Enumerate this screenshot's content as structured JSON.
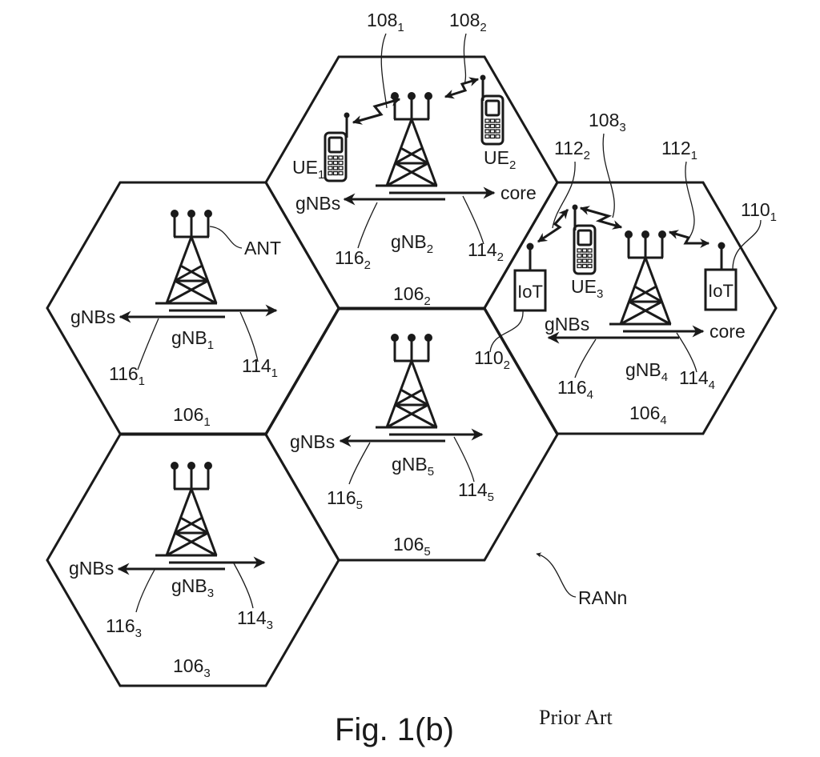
{
  "figure": {
    "caption": "Fig. 1(b)",
    "note": "Prior Art",
    "network_label": "RANn",
    "antenna_label": "ANT"
  },
  "cells": [
    {
      "id": "106",
      "sub": "1",
      "base_station": {
        "name": "gNB",
        "sub": "1"
      },
      "backhaul_left": {
        "text": "gNBs",
        "ref": "116",
        "ref_sub": "1"
      },
      "backhaul_right": {
        "text": "",
        "ref": "114",
        "ref_sub": "1"
      }
    },
    {
      "id": "106",
      "sub": "2",
      "base_station": {
        "name": "gNB",
        "sub": "2"
      },
      "backhaul_left": {
        "text": "gNBs",
        "ref": "116",
        "ref_sub": "2"
      },
      "backhaul_right": {
        "text": "core",
        "ref": "114",
        "ref_sub": "2"
      }
    },
    {
      "id": "106",
      "sub": "3",
      "base_station": {
        "name": "gNB",
        "sub": "3"
      },
      "backhaul_left": {
        "text": "gNBs",
        "ref": "116",
        "ref_sub": "3"
      },
      "backhaul_right": {
        "text": "",
        "ref": "114",
        "ref_sub": "3"
      }
    },
    {
      "id": "106",
      "sub": "4",
      "base_station": {
        "name": "gNB",
        "sub": "4"
      },
      "backhaul_left": {
        "text": "gNBs",
        "ref": "116",
        "ref_sub": "4"
      },
      "backhaul_right": {
        "text": "core",
        "ref": "114",
        "ref_sub": "4"
      }
    },
    {
      "id": "106",
      "sub": "5",
      "base_station": {
        "name": "gNB",
        "sub": "5"
      },
      "backhaul_left": {
        "text": "gNBs",
        "ref": "116",
        "ref_sub": "5"
      },
      "backhaul_right": {
        "text": "",
        "ref": "114",
        "ref_sub": "5"
      }
    }
  ],
  "user_equipment": [
    {
      "name": "UE",
      "sub": "1",
      "cell": "106_2"
    },
    {
      "name": "UE",
      "sub": "2",
      "cell": "106_2"
    },
    {
      "name": "UE",
      "sub": "3",
      "cell": "106_4"
    }
  ],
  "iot_devices": [
    {
      "label": "IoT",
      "ref": "110",
      "ref_sub": "1"
    },
    {
      "label": "IoT",
      "ref": "110",
      "ref_sub": "2"
    }
  ],
  "links": [
    {
      "ref": "108",
      "sub": "1"
    },
    {
      "ref": "108",
      "sub": "2"
    },
    {
      "ref": "108",
      "sub": "3"
    },
    {
      "ref": "112",
      "sub": "1"
    },
    {
      "ref": "112",
      "sub": "2"
    }
  ]
}
